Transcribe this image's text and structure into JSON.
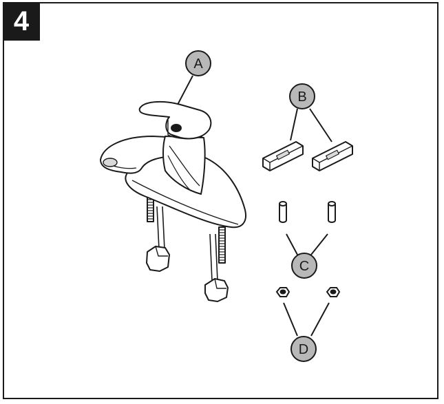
{
  "step_number": "4",
  "callouts": {
    "a": "A",
    "b": "B",
    "c": "C",
    "d": "D"
  },
  "colors": {
    "ink": "#1a1a1a",
    "callout_fill": "#b8b8b8",
    "part_fill": "#ffffff",
    "shade": "#d9d9d9"
  }
}
